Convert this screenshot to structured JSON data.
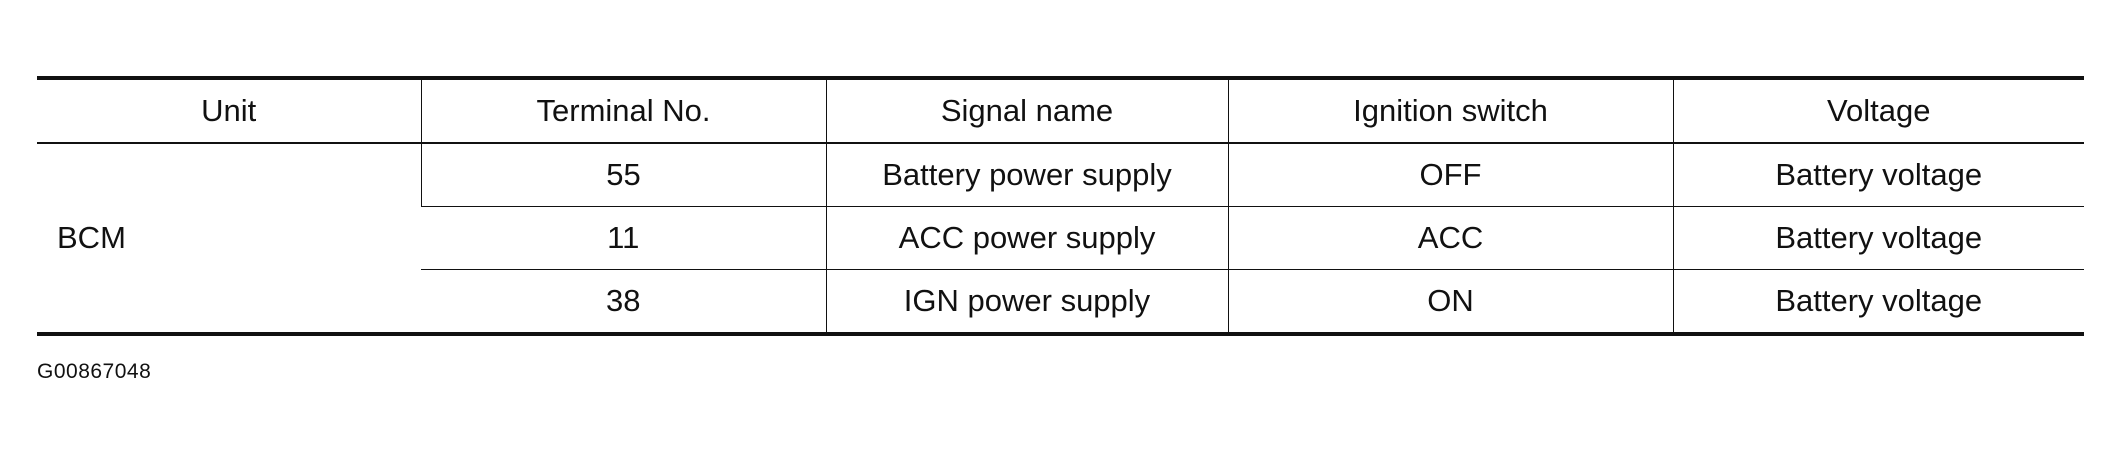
{
  "table": {
    "headers": {
      "unit": "Unit",
      "terminal": "Terminal No.",
      "signal": "Signal name",
      "ignition": "Ignition switch",
      "voltage": "Voltage"
    },
    "unit": "BCM",
    "rows": [
      {
        "terminal": "55",
        "signal": "Battery power supply",
        "ignition": "OFF",
        "voltage": "Battery voltage"
      },
      {
        "terminal": "11",
        "signal": "ACC power supply",
        "ignition": "ACC",
        "voltage": "Battery voltage"
      },
      {
        "terminal": "38",
        "signal": "IGN power supply",
        "ignition": "ON",
        "voltage": "Battery voltage"
      }
    ]
  },
  "figure_id": "G00867048"
}
